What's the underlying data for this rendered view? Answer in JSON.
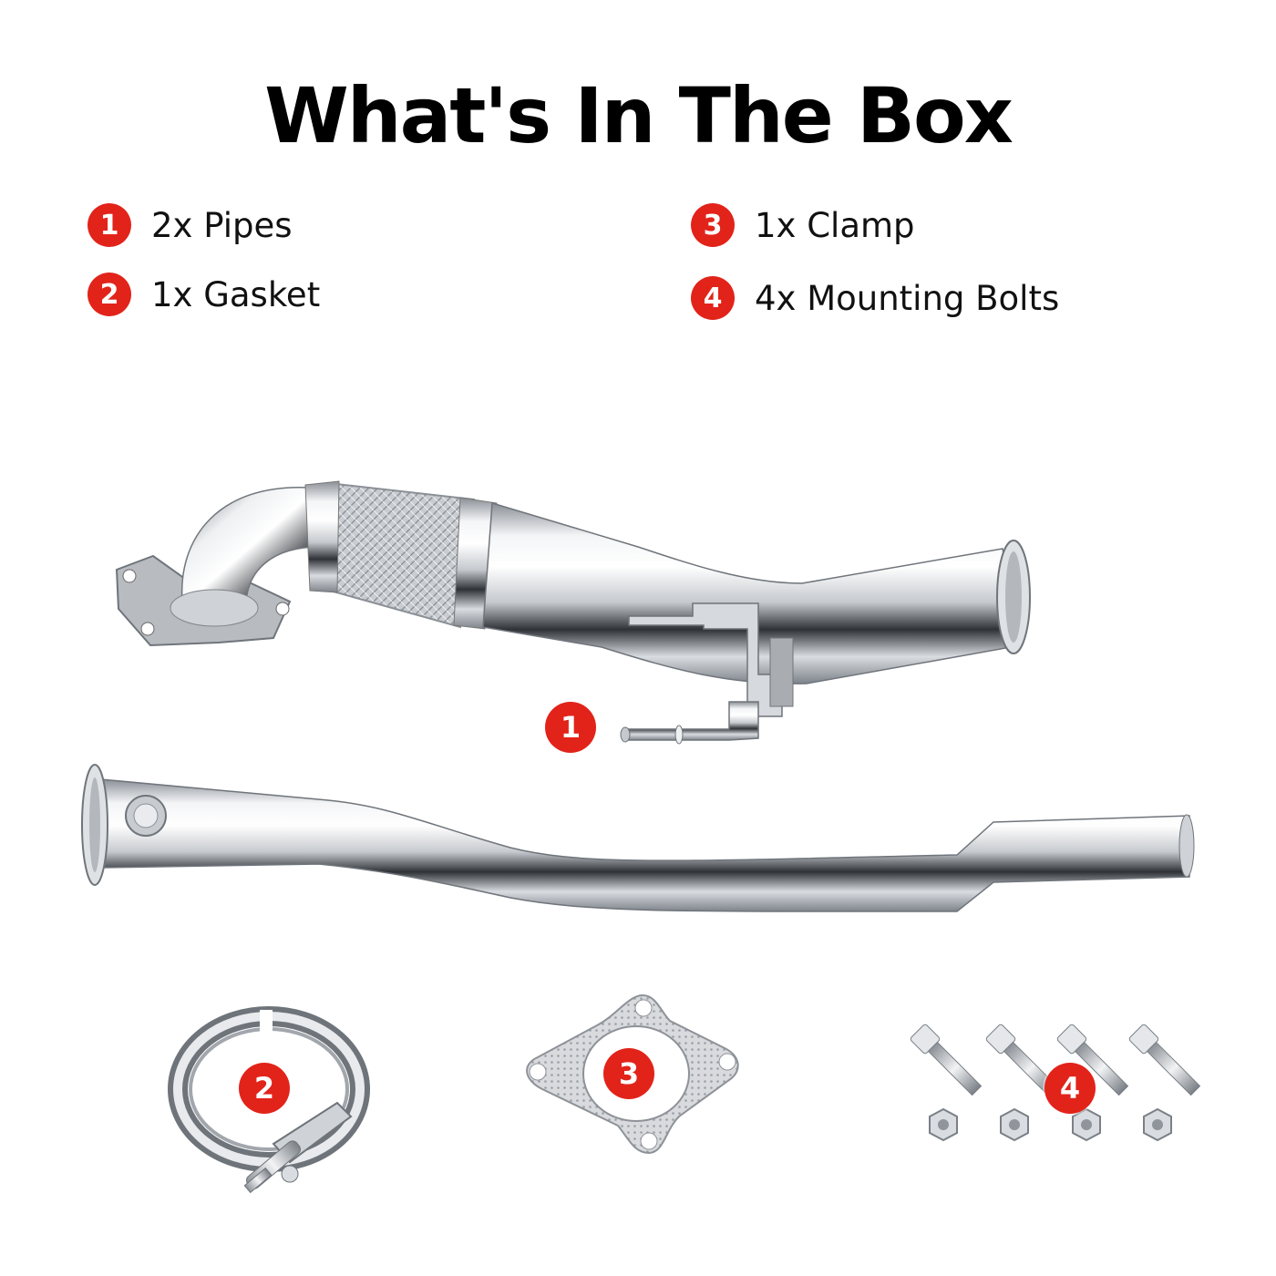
{
  "title": "What's In The Box",
  "accent_color": "#e2231a",
  "legend": [
    {
      "number": "1",
      "label": "2x Pipes"
    },
    {
      "number": "2",
      "label": "1x Gasket"
    },
    {
      "number": "3",
      "label": "1x Clamp"
    },
    {
      "number": "4",
      "label": "4x Mounting Bolts"
    }
  ],
  "photo_labels": {
    "pipes": "1",
    "clamp": "2",
    "gasket": "3",
    "bolts": "4"
  }
}
